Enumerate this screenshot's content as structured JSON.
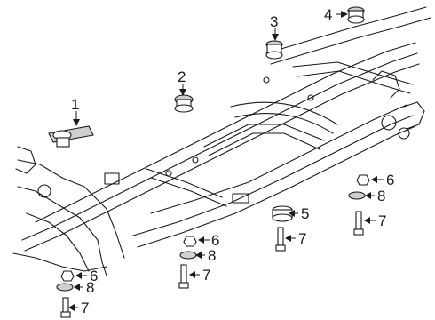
{
  "callouts": {
    "c1": "1",
    "c2": "2",
    "c3": "3",
    "c4": "4",
    "c5": "5",
    "c6a": "6",
    "c6b": "6",
    "c6c": "6",
    "c7a": "7",
    "c7b": "7",
    "c7c": "7",
    "c7d": "7",
    "c8a": "8",
    "c8b": "8",
    "c8c": "8"
  },
  "colors": {
    "line": "#1a1a1a",
    "fill": "#ffffff",
    "shade": "#cfcfcf"
  }
}
